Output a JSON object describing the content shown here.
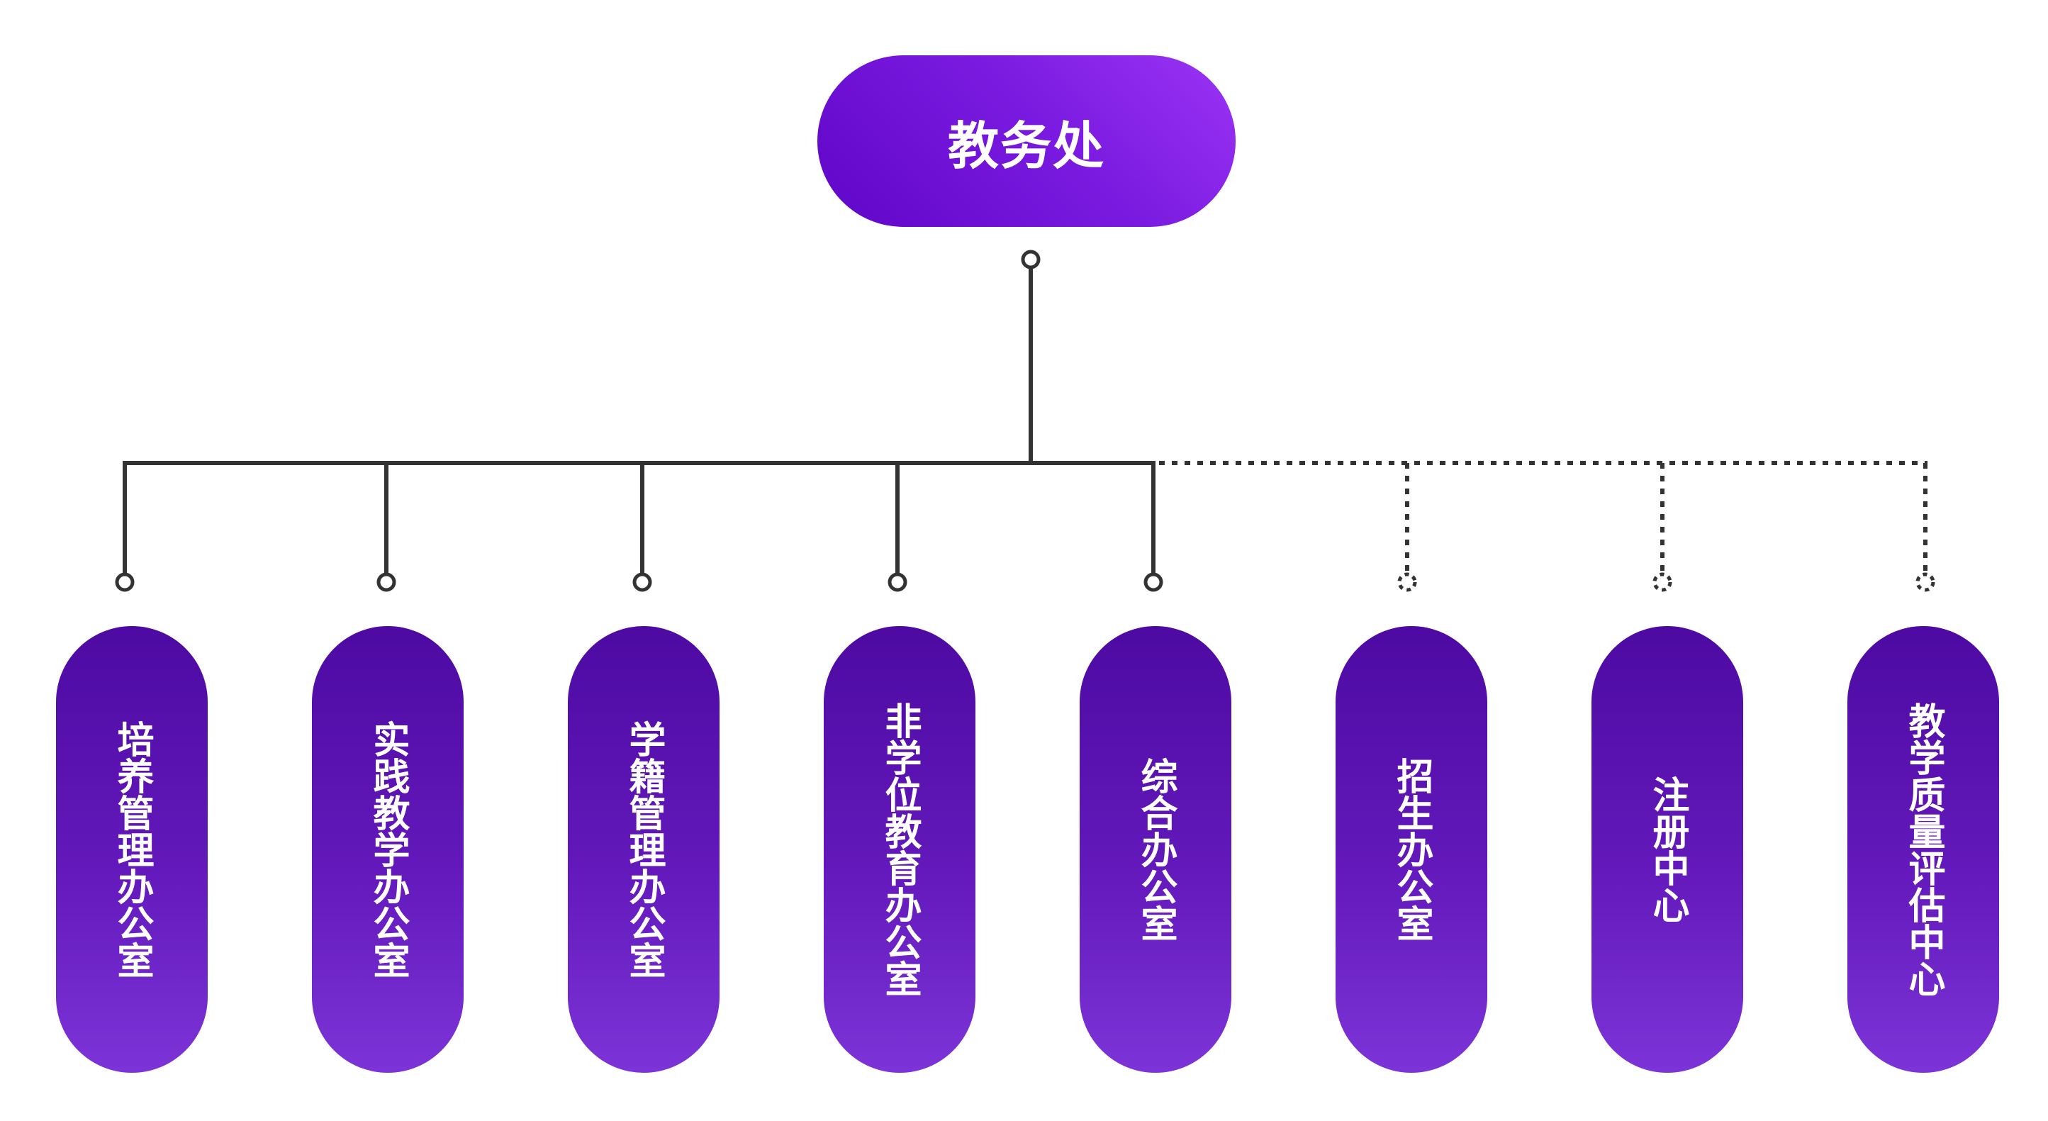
{
  "root": {
    "label": "教务处"
  },
  "offices": [
    {
      "label": "培养管理办公室",
      "link": "solid"
    },
    {
      "label": "实践教学办公室",
      "link": "solid"
    },
    {
      "label": "学籍管理办公室",
      "link": "solid"
    },
    {
      "label": "非学位教育办公室",
      "link": "solid"
    },
    {
      "label": "综合办公室",
      "link": "solid"
    },
    {
      "label": "招生办公室",
      "link": "dotted"
    },
    {
      "label": "注册中心",
      "link": "dotted"
    },
    {
      "label": "教学质量评估中心",
      "link": "dotted"
    }
  ],
  "colors": {
    "connector": "#333333",
    "root_gradient": [
      "#9b34f4",
      "#5f06c8"
    ],
    "node_gradient": [
      "#4d0aa2",
      "#7c34d8"
    ],
    "text": "#ffffff",
    "background": "#ffffff"
  }
}
